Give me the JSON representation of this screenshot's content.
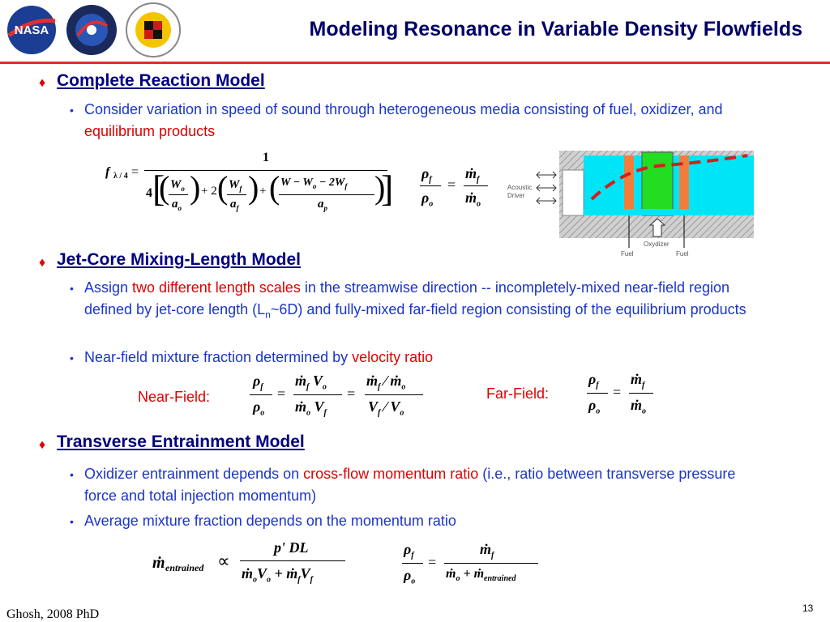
{
  "header": {
    "title": "Modeling Resonance in Variable Density Flowfields",
    "logos": [
      "NASA",
      "EXPLORATION",
      "UNIVERSITY OF MARYLAND"
    ]
  },
  "sections": [
    {
      "heading": "Complete Reaction Model",
      "bullets": [
        {
          "parts": [
            {
              "text": "Consider variation in speed of sound through heterogeneous media consisting of fuel, oxidizer, and ",
              "red": false
            },
            {
              "text": "equilibrium products",
              "red": true
            }
          ]
        }
      ]
    },
    {
      "heading": "Jet-Core Mixing-Length Model",
      "bullets": [
        {
          "parts": [
            {
              "text": "Assign ",
              "red": false
            },
            {
              "text": "two different length scales",
              "red": true
            },
            {
              "text": " in the streamwise direction -- incompletely-mixed near-field region defined by jet-core length (L",
              "red": false
            },
            {
              "text": "n",
              "red": false,
              "sub": true
            },
            {
              "text": "~6D) and fully-mixed far-field region consisting of the equilibrium products",
              "red": false
            }
          ]
        },
        {
          "parts": [
            {
              "text": "Near-field mixture fraction determined by ",
              "red": false
            },
            {
              "text": "velocity ratio",
              "red": true
            }
          ]
        }
      ]
    },
    {
      "heading": "Transverse Entrainment Model",
      "bullets": [
        {
          "parts": [
            {
              "text": "Oxidizer entrainment depends on ",
              "red": false
            },
            {
              "text": "cross-flow momentum ratio",
              "red": true
            },
            {
              "text": " (i.e., ratio between transverse pressure force and total injection momentum)",
              "red": false
            }
          ]
        },
        {
          "parts": [
            {
              "text": "Average mixture fraction depends on the momentum ratio",
              "red": false
            }
          ]
        }
      ]
    }
  ],
  "labels": {
    "near_field": "Near-Field:",
    "far_field": "Far-Field:"
  },
  "diagram": {
    "acoustic_driver": "Acoustic Driver",
    "oxydizer": "Oxydizer",
    "fuel_left": "Fuel",
    "fuel_right": "Fuel"
  },
  "footer": {
    "source": "Ghosh, 2008 PhD",
    "page": "13"
  },
  "colors": {
    "title": "#000066",
    "heading": "#000080",
    "body": "#1a35c9",
    "highlight": "#e00000",
    "rule": "#e32c2c",
    "cyan": "#00e5f5",
    "green": "#22dd22",
    "orange": "#f07d3c"
  }
}
